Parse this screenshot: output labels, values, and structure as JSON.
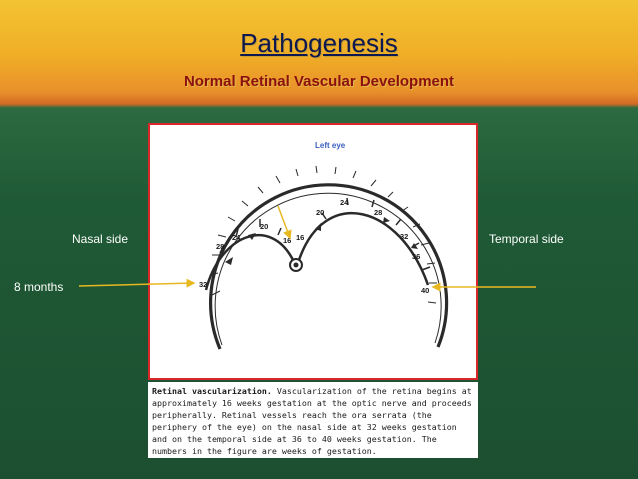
{
  "header": {
    "title": "Pathogenesis",
    "subtitle": "Normal Retinal Vascular Development"
  },
  "labels": {
    "nasal": "Nasal side",
    "temporal": "Temporal side",
    "months": "8 months"
  },
  "diagram": {
    "eye_label": "Left eye",
    "week_numbers": [
      "16",
      "16",
      "20",
      "24",
      "28",
      "32",
      "20",
      "24",
      "28",
      "32",
      "36",
      "40"
    ]
  },
  "caption": {
    "lead": "Retinal vascularization.",
    "body": "Vascularization of the retina begins at approximately 16 weeks gestation at the optic nerve and proceeds peripherally. Retinal vessels reach the ora serrata (the periphery of the eye) on the nasal side at 32 weeks gestation and on the temporal side at 36 to 40 weeks gestation. The numbers in the figure are weeks of gestation."
  },
  "colors": {
    "title": "#0e1850",
    "subtitle": "#8b1010",
    "panel_border": "#d9262b",
    "arrow": "#e8b820"
  }
}
